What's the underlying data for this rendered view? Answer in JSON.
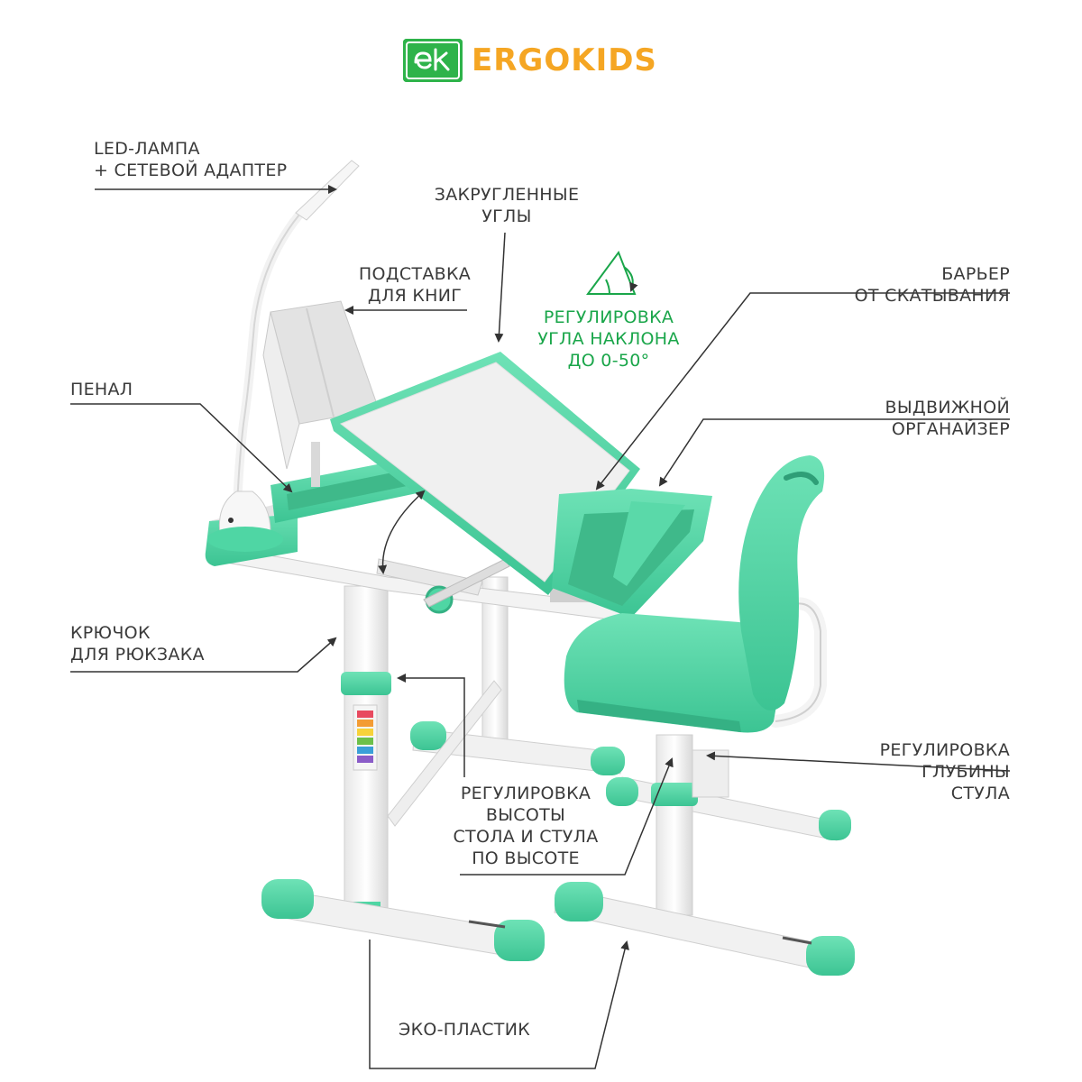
{
  "brand": {
    "name": "ERGOKIDS",
    "badge_text": "ek",
    "badge_color": "#2eb34a",
    "name_color": "#f5a623"
  },
  "accent_color": "#4fd6a4",
  "labels": {
    "lamp": [
      "LED-ЛАМПА",
      "+ СЕТЕВОЙ АДАПТЕР"
    ],
    "corners": [
      "ЗАКРУГЛЕННЫЕ",
      "УГЛЫ"
    ],
    "book_stand": [
      "ПОДСТАВКА",
      "ДЛЯ КНИГ"
    ],
    "tilt": [
      "РЕГУЛИРОВКА",
      "УГЛА НАКЛОНА",
      "ДО 0-50°"
    ],
    "barrier": [
      "БАРЬЕР",
      "ОТ СКАТЫВАНИЯ"
    ],
    "pencil_case": [
      "ПЕНАЛ"
    ],
    "organizer": [
      "ВЫДВИЖНОЙ",
      "ОРГАНАЙЗЕР"
    ],
    "hook": [
      "КРЮЧОК",
      "ДЛЯ РЮКЗАКА"
    ],
    "height": [
      "РЕГУЛИРОВКА",
      "ВЫСОТЫ",
      "СТОЛА И СТУЛА",
      "ПО ВЫСОТЕ"
    ],
    "depth": [
      "РЕГУЛИРОВКА",
      "ГЛУБИНЫ",
      "СТУЛА"
    ],
    "eco": [
      "ЭКО-ПЛАСТИК"
    ]
  }
}
